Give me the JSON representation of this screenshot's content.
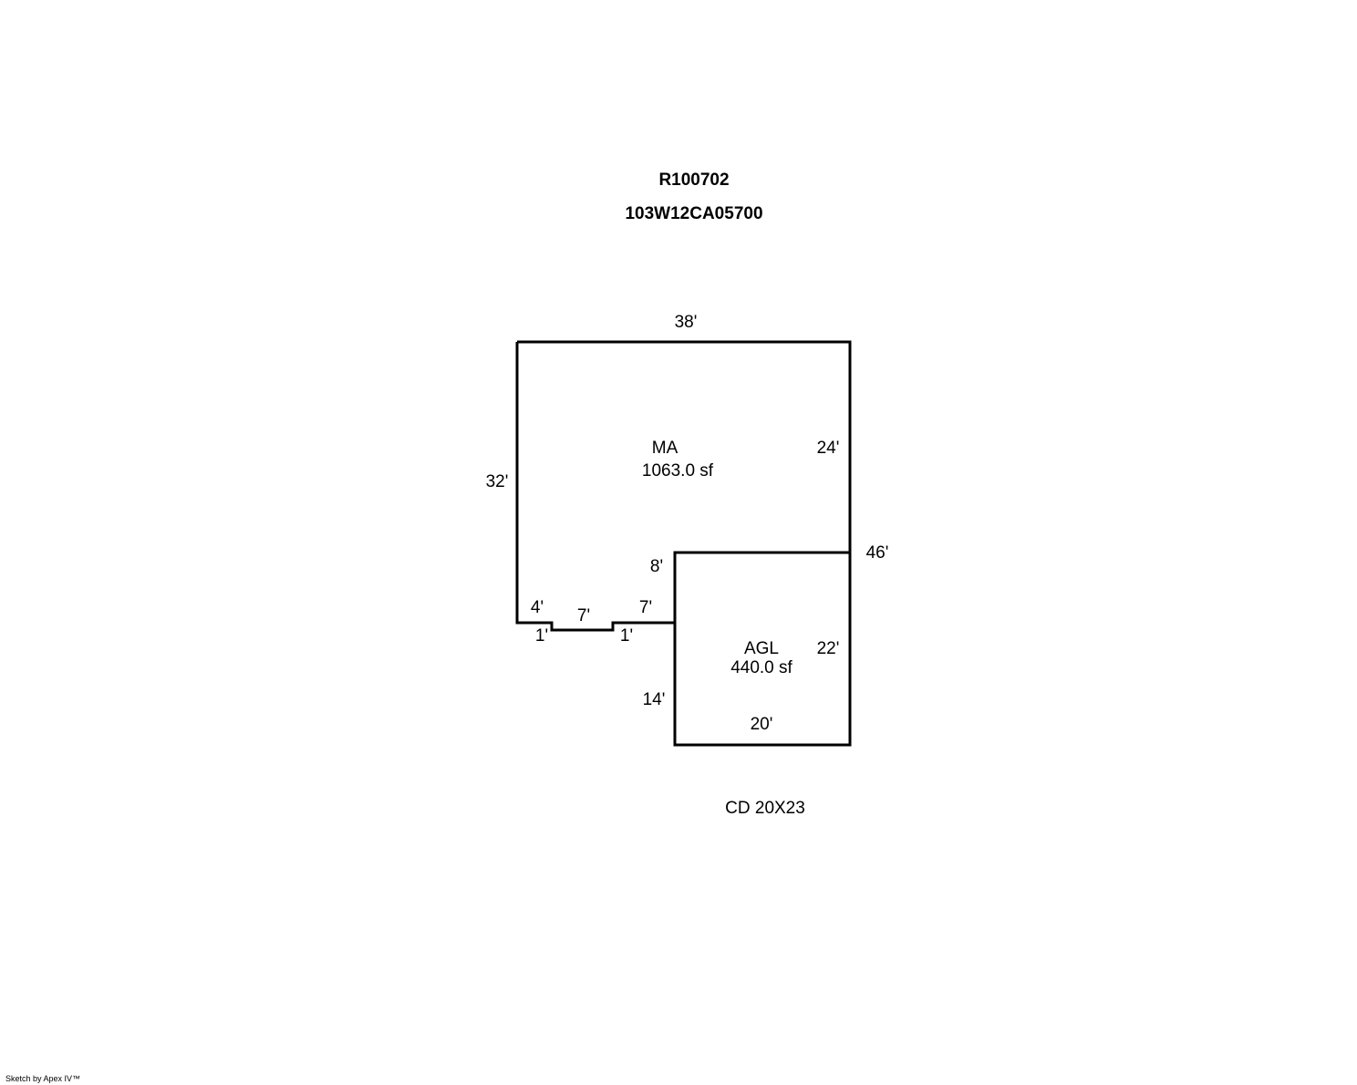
{
  "header": {
    "record_id": "R100702",
    "map_tax_lot": "103W12CA05700"
  },
  "areas": [
    {
      "code": "MA",
      "area": "1063.0 sf"
    },
    {
      "code": "AGL",
      "area": "440.0 sf"
    }
  ],
  "dimensions": {
    "ma_top": "38'",
    "ma_left": "32'",
    "ma_right": "24'",
    "total_right": "46'",
    "inner_left": "8'",
    "bottom_left": "4'",
    "notch_left": "1'",
    "notch_bottom": "7'",
    "notch_right": "1'",
    "bottom_right": "7'",
    "agl_right": "22'",
    "agl_left": "14'",
    "agl_bottom": "20'"
  },
  "note": "CD 20X23",
  "footer": {
    "credit": "Sketch by Apex IV™"
  }
}
